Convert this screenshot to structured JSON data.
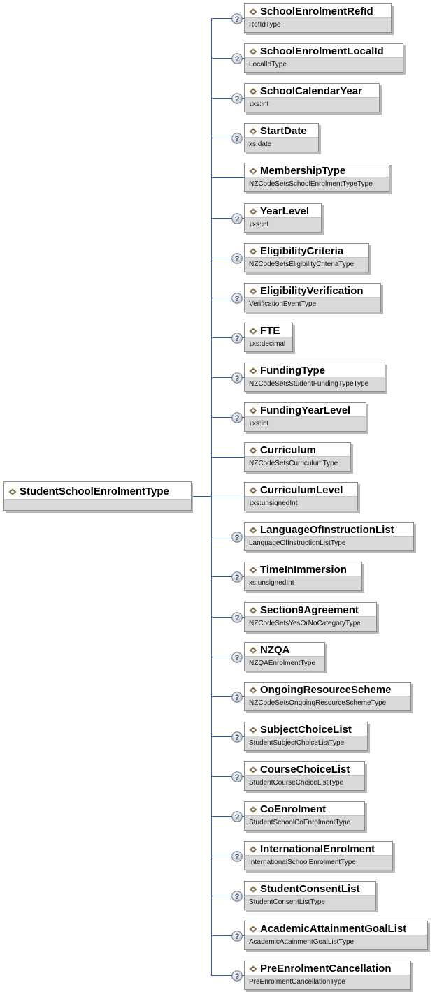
{
  "root": {
    "name": "StudentSchoolEnrolmentType",
    "type": ""
  },
  "elements": [
    {
      "name": "SchoolEnrolmentRefId",
      "type": "RefIdType",
      "optional": true
    },
    {
      "name": "SchoolEnrolmentLocalId",
      "type": "LocalIdType",
      "optional": true
    },
    {
      "name": "SchoolCalendarYear",
      "type": "↓xs:int",
      "optional": true
    },
    {
      "name": "StartDate",
      "type": "xs:date",
      "optional": true
    },
    {
      "name": "MembershipType",
      "type": "NZCodeSetsSchoolEnrolmentTypeType",
      "optional": false
    },
    {
      "name": "YearLevel",
      "type": "↓xs:int",
      "optional": true
    },
    {
      "name": "EligibilityCriteria",
      "type": "NZCodeSetsEligibilityCriteriaType",
      "optional": true
    },
    {
      "name": "EligibilityVerification",
      "type": "VerificationEventType",
      "optional": true
    },
    {
      "name": "FTE",
      "type": "↓xs:decimal",
      "optional": true
    },
    {
      "name": "FundingType",
      "type": "NZCodeSetsStudentFundingTypeType",
      "optional": true
    },
    {
      "name": "FundingYearLevel",
      "type": "↓xs:int",
      "optional": true
    },
    {
      "name": "Curriculum",
      "type": "NZCodeSetsCurriculumType",
      "optional": false
    },
    {
      "name": "CurriculumLevel",
      "type": "↓xs:unsignedInt",
      "optional": false
    },
    {
      "name": "LanguageOfInstructionList",
      "type": "LanguageOfInstructionListType",
      "optional": true
    },
    {
      "name": "TimeInImmersion",
      "type": "xs:unsignedInt",
      "optional": true
    },
    {
      "name": "Section9Agreement",
      "type": "NZCodeSetsYesOrNoCategoryType",
      "optional": true
    },
    {
      "name": "NZQA",
      "type": "NZQAEnrolmentType",
      "optional": true
    },
    {
      "name": "OngoingResourceScheme",
      "type": "NZCodeSetsOngoingResourceSchemeType",
      "optional": true
    },
    {
      "name": "SubjectChoiceList",
      "type": "StudentSubjectChoiceListType",
      "optional": true
    },
    {
      "name": "CourseChoiceList",
      "type": "StudentCourseChoiceListType",
      "optional": true
    },
    {
      "name": "CoEnrolment",
      "type": "StudentSchoolCoEnrolmentType",
      "optional": true
    },
    {
      "name": "InternationalEnrolment",
      "type": "InternationalSchoolEnrolmentType",
      "optional": true
    },
    {
      "name": "StudentConsentList",
      "type": "StudentConsentListType",
      "optional": true
    },
    {
      "name": "AcademicAttainmentGoalList",
      "type": "AcademicAttainmentGoalListType",
      "optional": true
    },
    {
      "name": "PreEnrolmentCancellation",
      "type": "PreEnrolmentCancellationType",
      "optional": true
    }
  ],
  "colors": {
    "line": "#2f5aa8",
    "border": "#8c8c8c",
    "type_band": "#d9d9d9",
    "icon_blue": "#1f4fa0",
    "icon_gold": "#e0a020"
  }
}
